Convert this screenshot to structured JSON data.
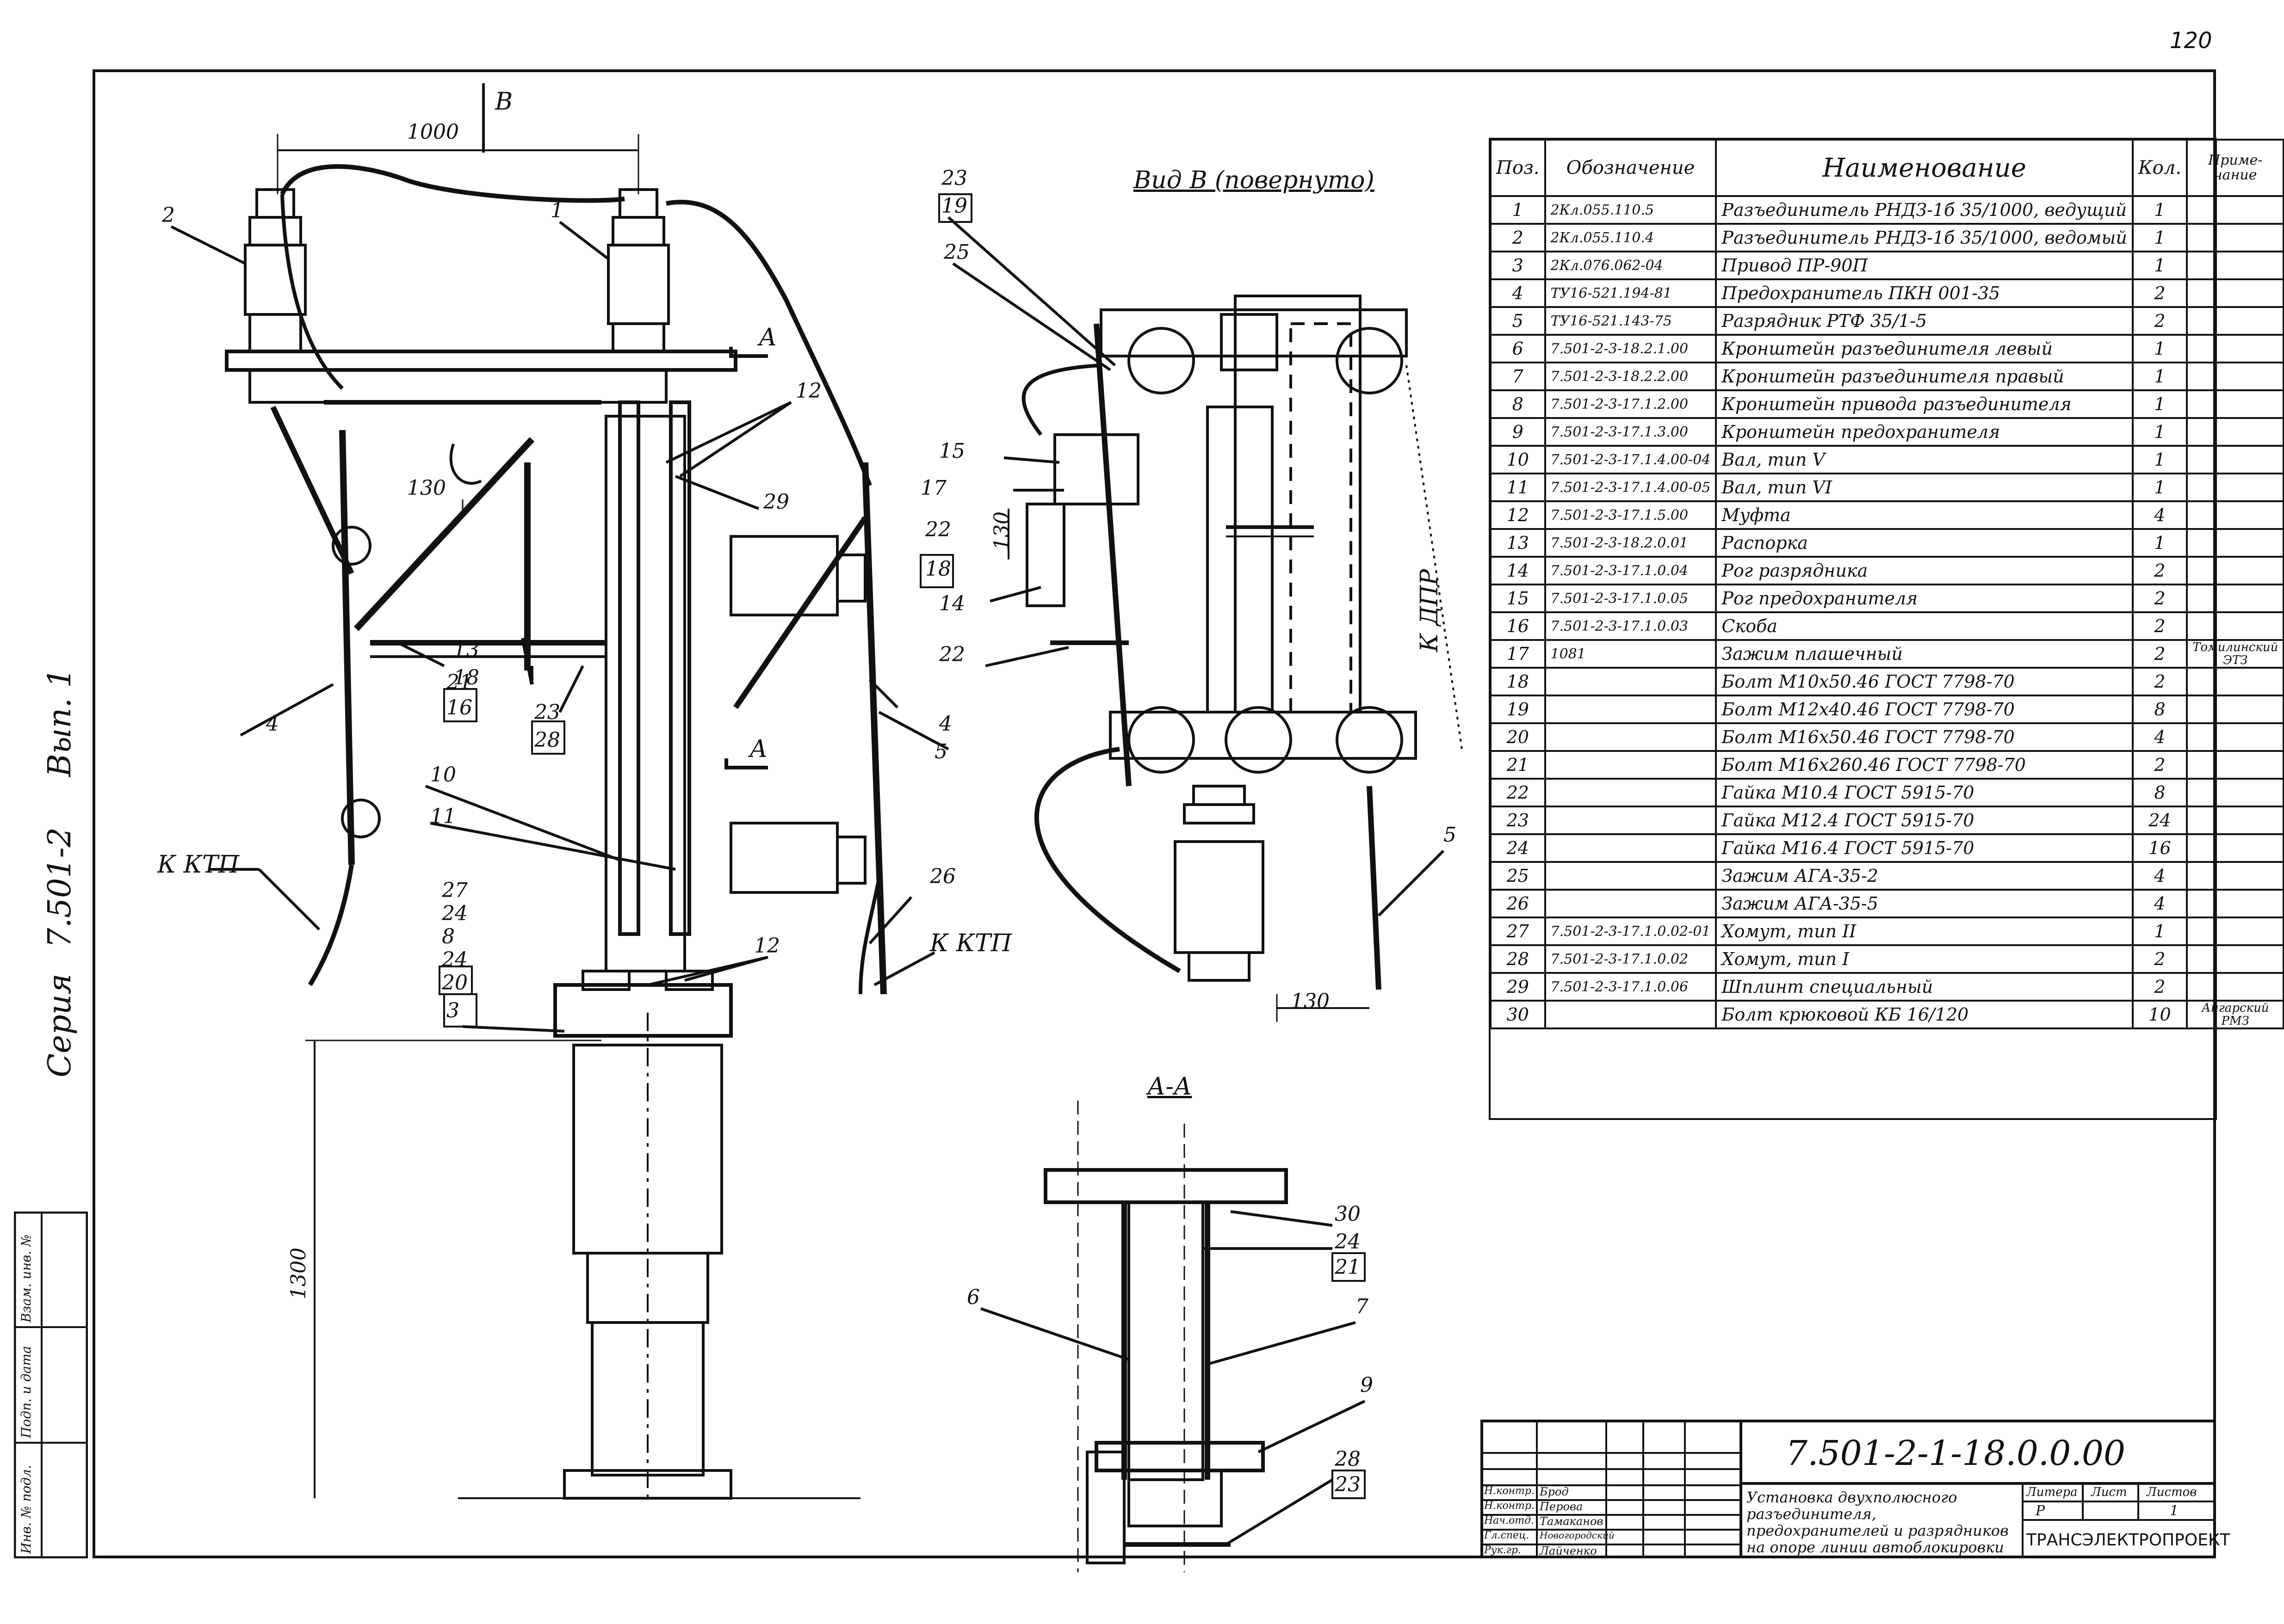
{
  "page_number": "120",
  "series": {
    "label": "Серия",
    "number": "7.501-2",
    "issue": "Вып. 1"
  },
  "side_stamp": [
    "Инв. № подл.",
    "Подп. и дата",
    "Взам. инв. №"
  ],
  "views": {
    "view_b_title": "Вид В (повернуто)",
    "section_title": "А-А",
    "view_arrow": "В",
    "section_mark": "А"
  },
  "dimensions": {
    "d1000": "1000",
    "d130_left": "130",
    "d130_mid": "130",
    "d130_bottom": "130",
    "d1300": "1300"
  },
  "callouts": {
    "k_ktp_left": "К КТП",
    "k_ktp_right": "К КТП",
    "k_dpr": "К ДПР",
    "n1": "1",
    "n2": "2",
    "n3": "3",
    "n4a": "4",
    "n4b": "4",
    "n5a": "5",
    "n5b": "5",
    "n6": "6",
    "n7": "7",
    "n9": "9",
    "n10": "10",
    "n11": "11",
    "n12a": "12",
    "n12b": "12",
    "n13": "13",
    "n18": "18",
    "n14": "14",
    "n15": "15",
    "n17": "17",
    "n22a": "22",
    "n18b": "18",
    "n22b": "22",
    "n23a": "23",
    "n19": "19",
    "n25": "25",
    "n26": "26",
    "n29": "29",
    "n21": "21",
    "n16": "16",
    "n23b": "23",
    "n28": "28",
    "n27": "27",
    "n24a": "24",
    "n8": "8",
    "n24b": "24",
    "n20": "20",
    "n30": "30",
    "n24c": "24",
    "n21b": "21",
    "n28b": "28",
    "n23c": "23"
  },
  "spec_table": {
    "headers": {
      "pos": "Поз.",
      "designation": "Обозначение",
      "name": "Наименование",
      "qty": "Кол.",
      "note": "Приме-чание"
    },
    "rows": [
      {
        "pos": "1",
        "designation": "2Кл.055.110.5",
        "name": "Разъединитель РНДЗ-1б 35/1000, ведущий",
        "qty": "1",
        "note": ""
      },
      {
        "pos": "2",
        "designation": "2Кл.055.110.4",
        "name": "Разъединитель РНДЗ-1б 35/1000, ведомый",
        "qty": "1",
        "note": ""
      },
      {
        "pos": "3",
        "designation": "2Кл.076.062-04",
        "name": "Привод ПР-90П",
        "qty": "1",
        "note": ""
      },
      {
        "pos": "4",
        "designation": "ТУ16-521.194-81",
        "name": "Предохранитель ПКН 001-35",
        "qty": "2",
        "note": ""
      },
      {
        "pos": "5",
        "designation": "ТУ16-521.143-75",
        "name": "Разрядник РТФ 35/1-5",
        "qty": "2",
        "note": ""
      },
      {
        "pos": "6",
        "designation": "7.501-2-3-18.2.1.00",
        "name": "Кронштейн разъединителя левый",
        "qty": "1",
        "note": ""
      },
      {
        "pos": "7",
        "designation": "7.501-2-3-18.2.2.00",
        "name": "Кронштейн разъединителя правый",
        "qty": "1",
        "note": ""
      },
      {
        "pos": "8",
        "designation": "7.501-2-3-17.1.2.00",
        "name": "Кронштейн привода разъединителя",
        "qty": "1",
        "note": ""
      },
      {
        "pos": "9",
        "designation": "7.501-2-3-17.1.3.00",
        "name": "Кронштейн предохранителя",
        "qty": "1",
        "note": ""
      },
      {
        "pos": "10",
        "designation": "7.501-2-3-17.1.4.00-04",
        "name": "Вал, тип V",
        "qty": "1",
        "note": ""
      },
      {
        "pos": "11",
        "designation": "7.501-2-3-17.1.4.00-05",
        "name": "Вал, тип VI",
        "qty": "1",
        "note": ""
      },
      {
        "pos": "12",
        "designation": "7.501-2-3-17.1.5.00",
        "name": "Муфта",
        "qty": "4",
        "note": ""
      },
      {
        "pos": "13",
        "designation": "7.501-2-3-18.2.0.01",
        "name": "Распорка",
        "qty": "1",
        "note": ""
      },
      {
        "pos": "14",
        "designation": "7.501-2-3-17.1.0.04",
        "name": "Рог разрядника",
        "qty": "2",
        "note": ""
      },
      {
        "pos": "15",
        "designation": "7.501-2-3-17.1.0.05",
        "name": "Рог предохранителя",
        "qty": "2",
        "note": ""
      },
      {
        "pos": "16",
        "designation": "7.501-2-3-17.1.0.03",
        "name": "Скоба",
        "qty": "2",
        "note": ""
      },
      {
        "pos": "17",
        "designation": "1081",
        "name": "Зажим плашечный",
        "qty": "2",
        "note": "Томилинский ЭТЗ"
      },
      {
        "pos": "18",
        "designation": "",
        "name": "Болт М10х50.46 ГОСТ 7798-70",
        "qty": "2",
        "note": ""
      },
      {
        "pos": "19",
        "designation": "",
        "name": "Болт М12х40.46 ГОСТ 7798-70",
        "qty": "8",
        "note": ""
      },
      {
        "pos": "20",
        "designation": "",
        "name": "Болт М16х50.46 ГОСТ 7798-70",
        "qty": "4",
        "note": ""
      },
      {
        "pos": "21",
        "designation": "",
        "name": "Болт М16х260.46 ГОСТ 7798-70",
        "qty": "2",
        "note": ""
      },
      {
        "pos": "22",
        "designation": "",
        "name": "Гайка М10.4 ГОСТ 5915-70",
        "qty": "8",
        "note": ""
      },
      {
        "pos": "23",
        "designation": "",
        "name": "Гайка М12.4 ГОСТ 5915-70",
        "qty": "24",
        "note": ""
      },
      {
        "pos": "24",
        "designation": "",
        "name": "Гайка М16.4 ГОСТ 5915-70",
        "qty": "16",
        "note": ""
      },
      {
        "pos": "25",
        "designation": "",
        "name": "Зажим АГА-35-2",
        "qty": "4",
        "note": ""
      },
      {
        "pos": "26",
        "designation": "",
        "name": "Зажим АГА-35-5",
        "qty": "4",
        "note": ""
      },
      {
        "pos": "27",
        "designation": "7.501-2-3-17.1.0.02-01",
        "name": "Хомут, тип II",
        "qty": "1",
        "note": ""
      },
      {
        "pos": "28",
        "designation": "7.501-2-3-17.1.0.02",
        "name": "Хомут, тип I",
        "qty": "2",
        "note": ""
      },
      {
        "pos": "29",
        "designation": "7.501-2-3-17.1.0.06",
        "name": "Шплинт специальный",
        "qty": "2",
        "note": ""
      },
      {
        "pos": "30",
        "designation": "",
        "name": "Болт крюковой КБ 16/120",
        "qty": "10",
        "note": "Ангарский РМЗ"
      }
    ]
  },
  "title_block": {
    "code": "7.501-2-1-18.0.0.00",
    "title": "Установка двухполюсного разъединителя, предохранителей и разрядников на опоре линии автоблокировки",
    "roles": [
      "Н.контр.",
      "Н.контр.",
      "Нач.отд.",
      "Гл.спец.",
      "Рук.гр."
    ],
    "names": [
      "Брод",
      "Перова",
      "Тамаканов",
      "Новогородский",
      "Лайченко"
    ],
    "litera_label": "Литера",
    "sheet_label": "Лист",
    "sheets_label": "Листов",
    "litera": "Р",
    "sheets": "1",
    "organization": "ТРАНСЭЛЕКТРОПРОЕКТ"
  }
}
